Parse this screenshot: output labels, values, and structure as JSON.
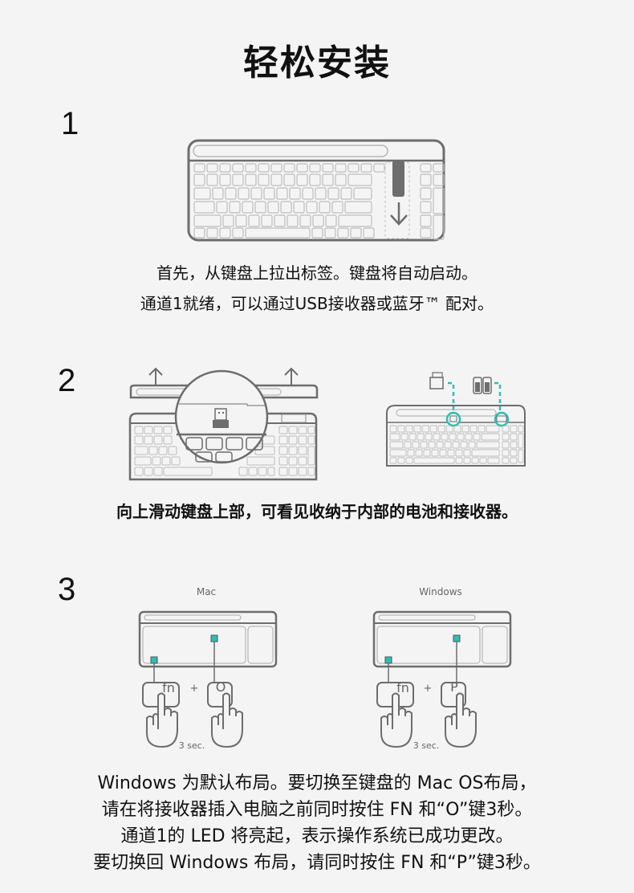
{
  "page": {
    "title": "轻松安装"
  },
  "steps": [
    {
      "number": "1",
      "caption_lines": [
        "首先，从键盘上拉出标签。键盘将自动启动。",
        "通道1就绪，可以通过USB接收器或蓝牙™ 配对。"
      ],
      "illustration": "keyboard-pull-tab"
    },
    {
      "number": "2",
      "caption_lines": [
        "向上滑动键盘上部，可看见收纳于内部的电池和接收器。"
      ],
      "illustration": "keyboard-slide-open-battery-receiver"
    },
    {
      "number": "3",
      "panels": [
        {
          "label": "Mac",
          "key1": "fn",
          "plus": "+",
          "key2": "O",
          "duration": "3 sec."
        },
        {
          "label": "Windows",
          "key1": "fn",
          "plus": "+",
          "key2": "P",
          "duration": "3 sec."
        }
      ],
      "caption_lines": [
        "Windows 为默认布局。要切换至键盘的 Mac OS布局，",
        "请在将接收器插入电脑之前同时按住 FN 和“O”键3秒。",
        "通道1的 LED 将亮起，表示操作系统已成功更改。",
        "要切换回 Windows 布局，请同时按住 FN 和“P”键3秒。"
      ]
    }
  ],
  "colors": {
    "accent": "#2bc0b4",
    "line": "#6d6d6d",
    "background": "#f4f4f4"
  }
}
